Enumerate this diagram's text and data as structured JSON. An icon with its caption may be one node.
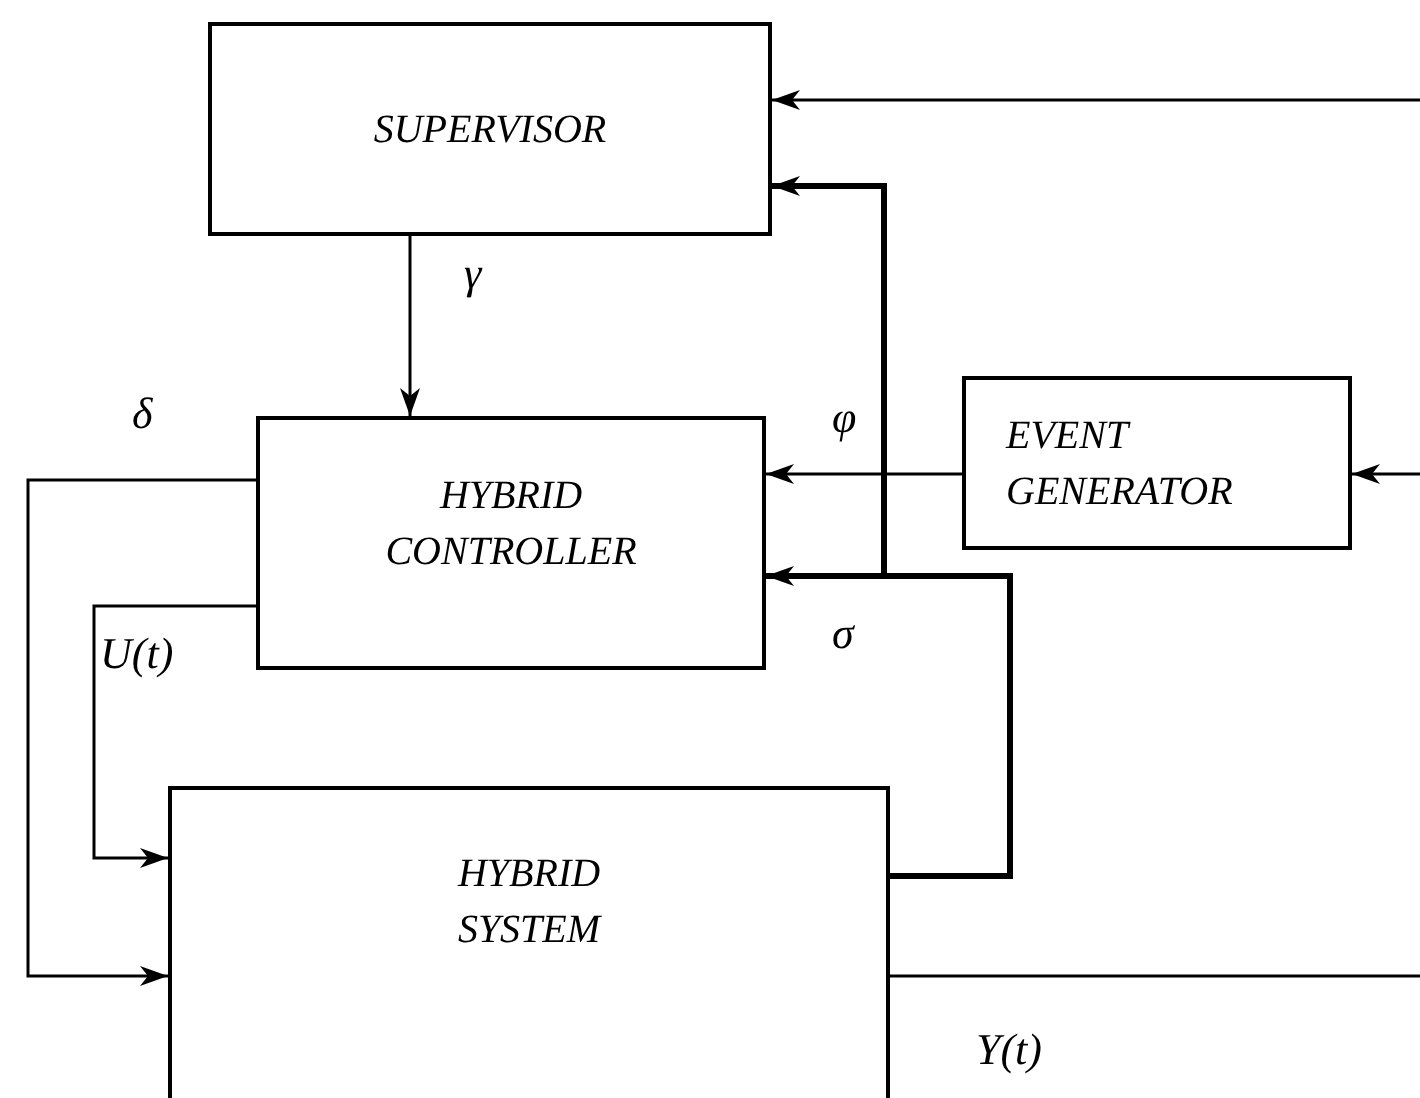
{
  "diagram": {
    "nodes": [
      {
        "text": [
          "SUPERVISOR"
        ]
      },
      {
        "text": [
          "HYBRID CONTROLLER"
        ]
      },
      {
        "text": [
          "EVENT GENERATOR"
        ]
      },
      {
        "text": [
          "HYBRID SYSTEM"
        ]
      }
    ],
    "edges": [
      {
        "from": null,
        "to": 0,
        "arrow": "to"
      },
      {
        "from": 0,
        "to": 1,
        "arrow": "to",
        "label": "γ"
      },
      {
        "from": 2,
        "to": 1,
        "arrow": "to",
        "label": "φ"
      },
      {
        "from": null,
        "to": 2,
        "arrow": "to"
      },
      {
        "from": 3,
        "to": 0,
        "arrow": "to",
        "style": "thick"
      },
      {
        "from": 3,
        "to": 1,
        "arrow": "to",
        "style": "thick",
        "label": "σ"
      },
      {
        "from": 1,
        "to": 3,
        "arrow": "to",
        "label": "δ"
      },
      {
        "from": 1,
        "to": 3,
        "arrow": "to",
        "label": "U(t)"
      },
      {
        "from": 3,
        "to": null,
        "arrow": "none",
        "label": "Y(t)"
      }
    ]
  }
}
